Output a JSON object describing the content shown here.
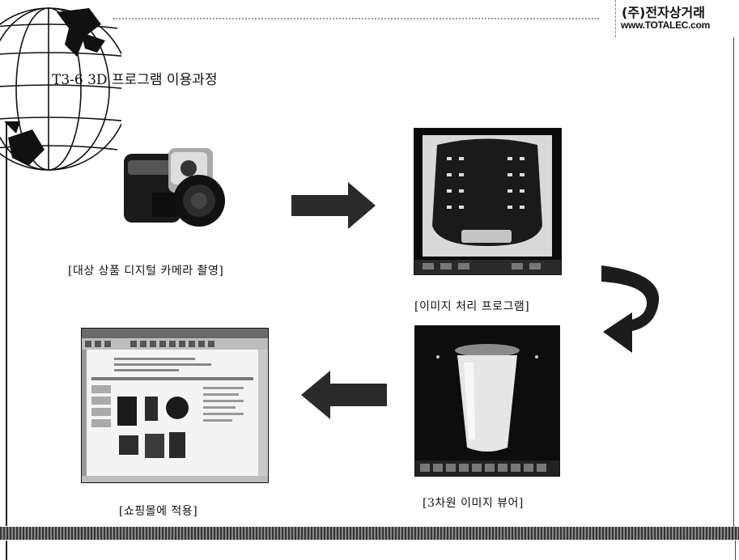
{
  "brand": {
    "name": "(주)전자상거래",
    "url": "www.TOTALEC.com"
  },
  "title": "T3-6 3D 프로그램 이용과정",
  "steps": [
    {
      "caption": "[대상 상품 디지털 카메라 촬영]"
    },
    {
      "caption": "[이미지 처리 프로그램]"
    },
    {
      "caption": "[3차원 이미지 뷰어]"
    },
    {
      "caption": "[쇼핑몰에 적용]"
    }
  ],
  "colors": {
    "arrow": "#2a2a2a",
    "frame": "#222222",
    "background": "#ffffff"
  },
  "icons": [
    "globe-icon",
    "camera-icon",
    "right-arrow-icon",
    "curved-down-arrow-icon",
    "left-arrow-icon"
  ]
}
